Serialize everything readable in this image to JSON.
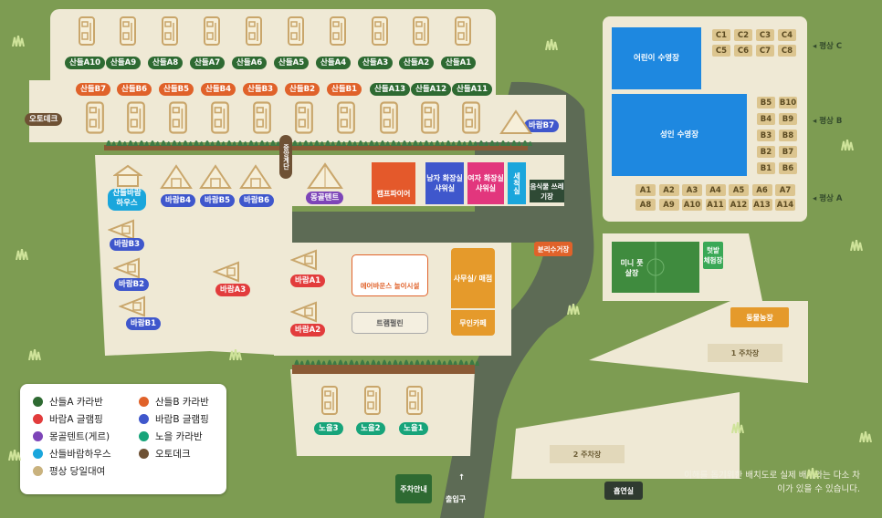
{
  "caravan_top": [
    "산들A10",
    "산들A9",
    "산들A8",
    "산들A7",
    "산들A6",
    "산들A5",
    "산들A4",
    "산들A3",
    "산들A2",
    "산들A1"
  ],
  "row_mid": [
    {
      "label": "산들B7",
      "c": "o"
    },
    {
      "label": "산들B6",
      "c": "o"
    },
    {
      "label": "산들B5",
      "c": "o"
    },
    {
      "label": "산들B4",
      "c": "o"
    },
    {
      "label": "산들B3",
      "c": "o"
    },
    {
      "label": "산들B2",
      "c": "o"
    },
    {
      "label": "산들B1",
      "c": "o"
    },
    {
      "label": "산들A13",
      "c": "g"
    },
    {
      "label": "산들A12",
      "c": "g"
    },
    {
      "label": "산들A11",
      "c": "g"
    }
  ],
  "labels": {
    "auto_deck": "오토데크",
    "stairs": "중앙계단",
    "baram_b7": "바람B7",
    "sandeul_baram_house": "산들바람 하우스",
    "baram_b4": "바람B4",
    "baram_b5": "바람B5",
    "baram_b6": "바람B6",
    "mongol_tent": "몽골텐트",
    "campfire": "캠프파이어",
    "men_shower": "남자 화장실 샤워실",
    "women_shower": "여자 화장실 샤워실",
    "laundry": "세척실",
    "food_waste": "음식물 쓰레기장",
    "recycle": "분리수거장",
    "baram_b3": "바람B3",
    "baram_b2": "바람B2",
    "baram_b1": "바람B1",
    "baram_a3": "바람A3",
    "baram_a1": "바람A1",
    "baram_a2": "바람A2",
    "playground": "에어바운스 놀이시설",
    "trampoline": "트램펄린",
    "office": "사무실/ 매점",
    "cafe": "무인카페",
    "noeul3": "노을3",
    "noeul2": "노을2",
    "noeul1": "노을1",
    "parking_info": "주차안내",
    "entrance": "출입구",
    "kids_pool": "어린이 수영장",
    "adult_pool": "성인 수영장",
    "pyeongsang_c": "◂ 평상 C",
    "pyeongsang_b": "◂ 평상 B",
    "pyeongsang_a": "◂ 평상 A",
    "futsal": "미니 풋살장",
    "farm": "텃밭 체험장",
    "animal_farm": "동물농장",
    "parking1": "1 주차장",
    "parking2": "2 주차장",
    "smoking": "흡연실"
  },
  "pyeong_c": [
    "C1",
    "C2",
    "C3",
    "C4",
    "C5",
    "C6",
    "C7",
    "C8"
  ],
  "pyeong_b": [
    "B5",
    "B10",
    "B4",
    "B9",
    "B3",
    "B8",
    "B2",
    "B7",
    "B1",
    "B6"
  ],
  "pyeong_a": [
    "A1",
    "A2",
    "A3",
    "A4",
    "A5",
    "A6",
    "A7",
    "A8",
    "A9",
    "A10",
    "A11",
    "A12",
    "A13",
    "A14"
  ],
  "legend": [
    {
      "label": "산들A 카라반",
      "color": "#2e6a32"
    },
    {
      "label": "산들B 카라반",
      "color": "#e0622a"
    },
    {
      "label": "바람A 글램핑",
      "color": "#e23c3c"
    },
    {
      "label": "바람B 글램핑",
      "color": "#3f57cc"
    },
    {
      "label": "몽골텐트(게르)",
      "color": "#7d45b8"
    },
    {
      "label": "노을 카라반",
      "color": "#17a47a"
    },
    {
      "label": "산들바람하우스",
      "color": "#1aa6dc"
    },
    {
      "label": "오토데크",
      "color": "#6e5134"
    },
    {
      "label": "평상 당일대여",
      "color": "#c9b27e"
    }
  ],
  "note": "이해를 돕기위한 배치도로 실제 배치와는 다소 차이가 있을 수 있습니다.",
  "colors": {
    "grass": "#7d9c52",
    "ground": "#efe9d5",
    "road": "#5d6b55",
    "cabin": "#c9a66b"
  }
}
